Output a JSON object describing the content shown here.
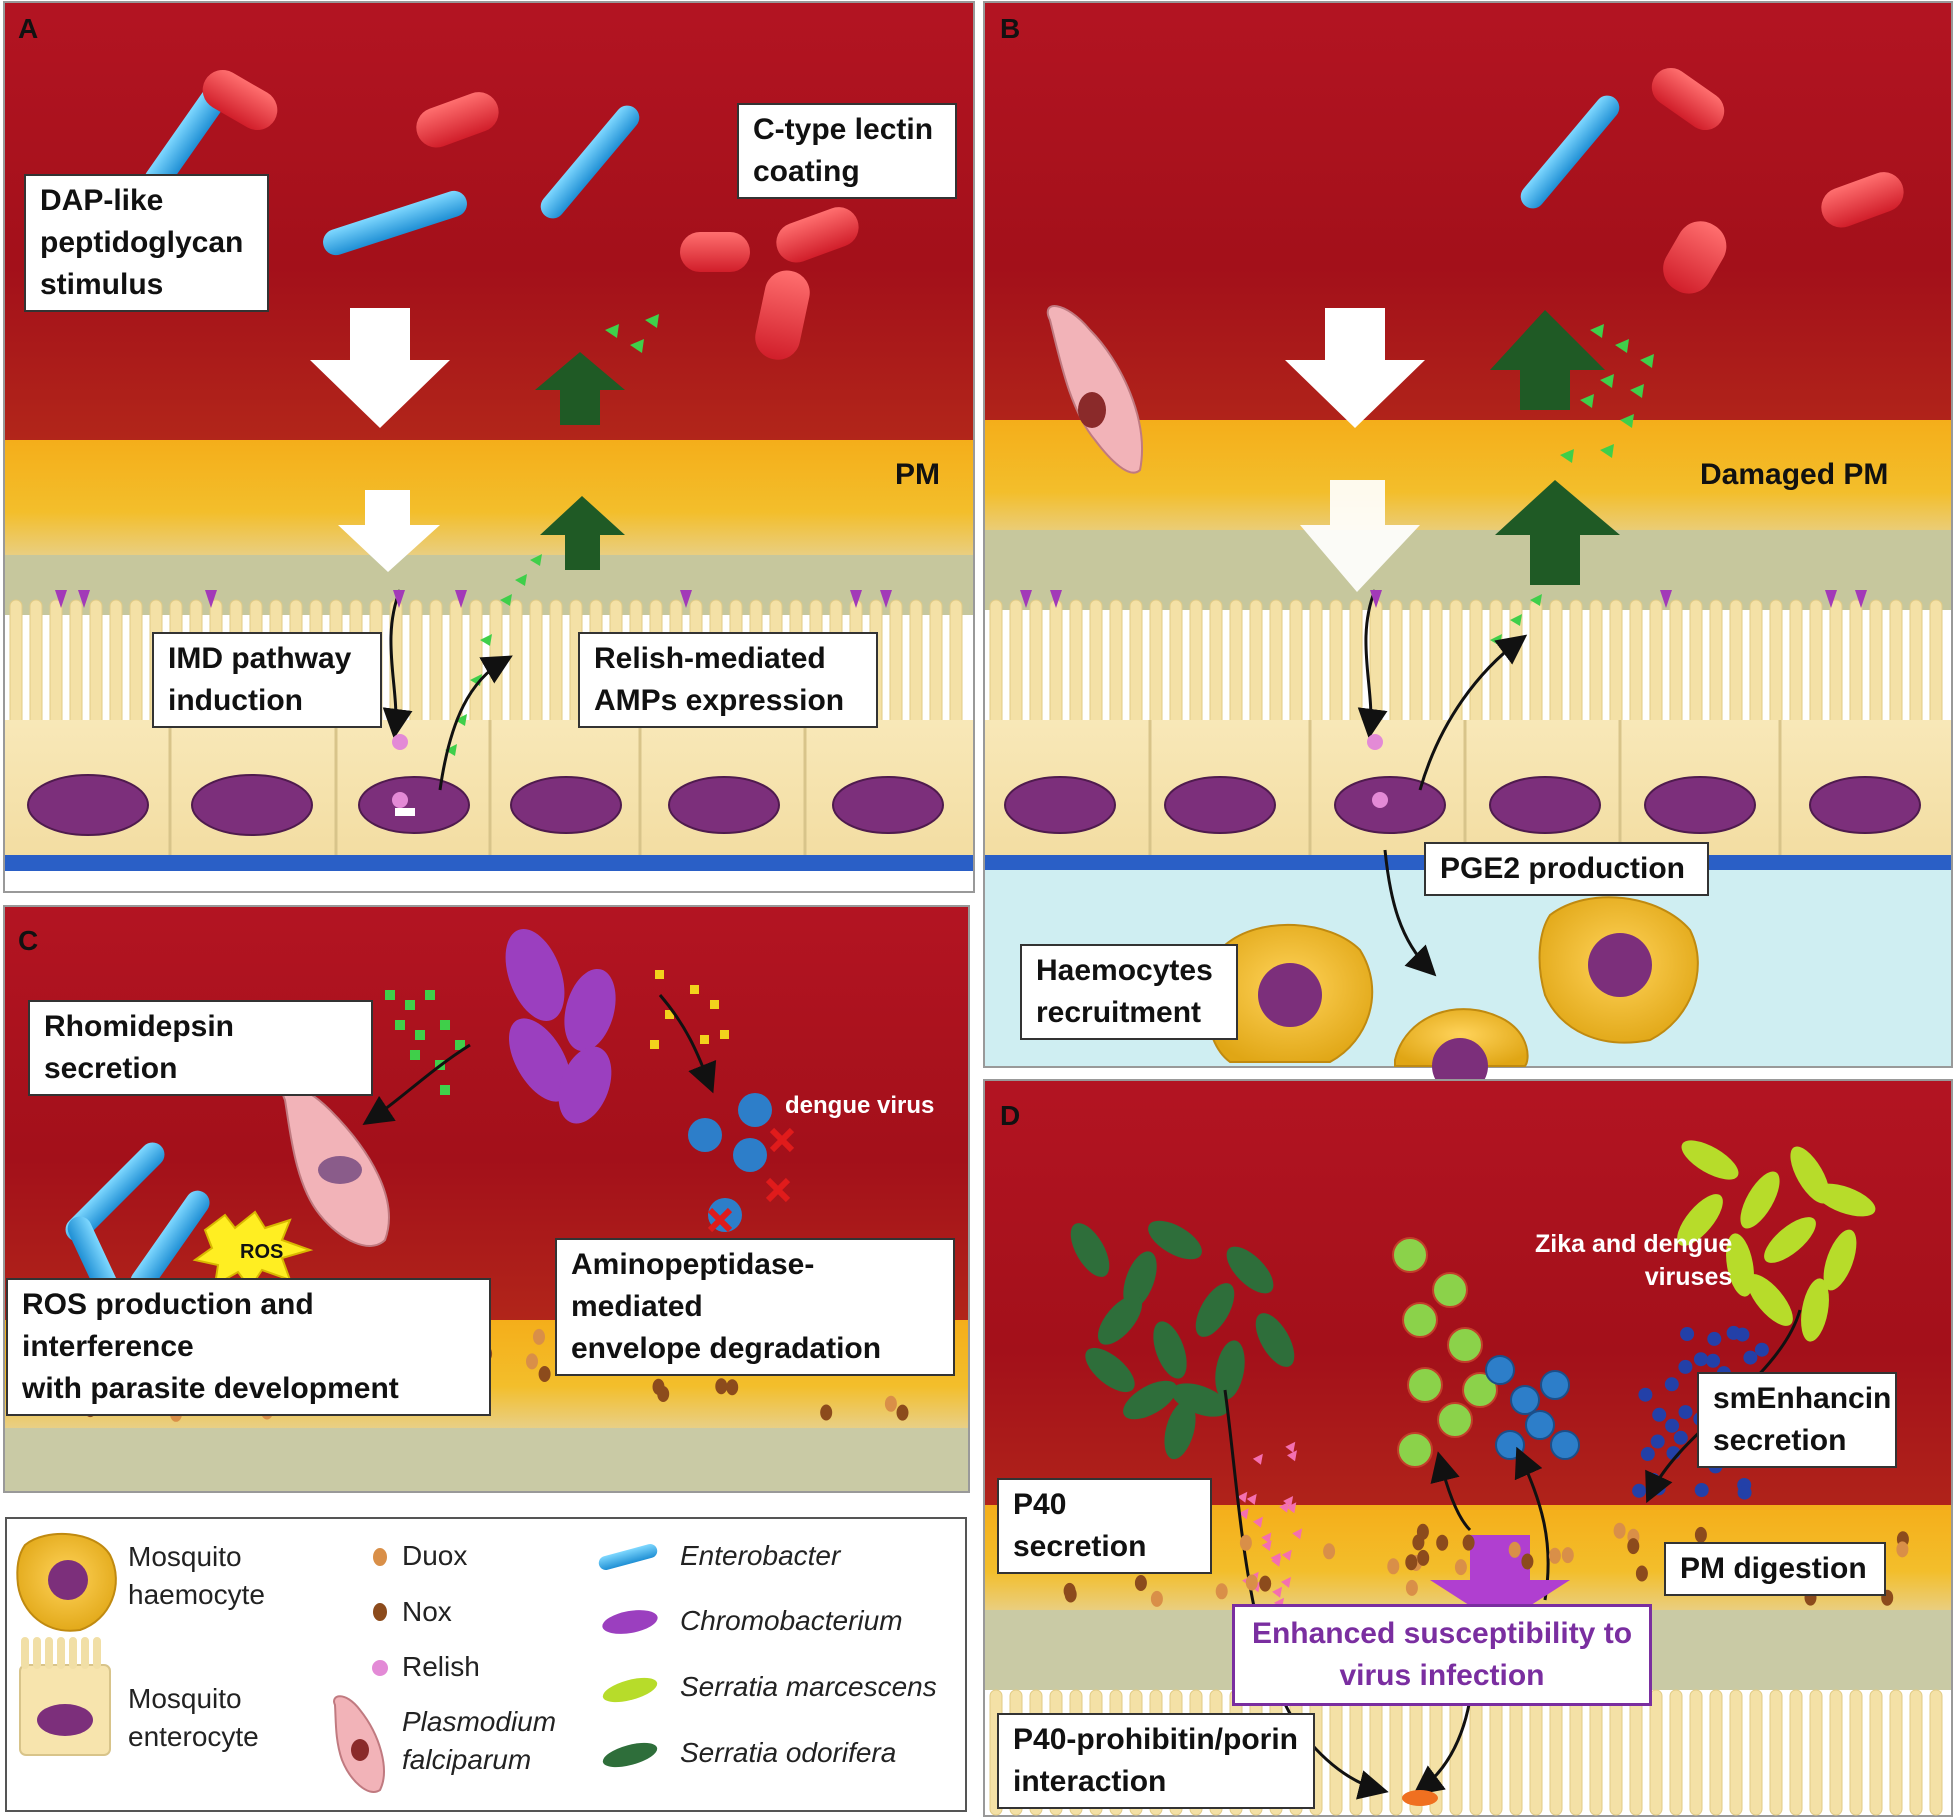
{
  "panels": {
    "a": {
      "letter": "A",
      "labels": {
        "dap": "DAP-like\npeptidoglycan\nstimulus",
        "lectin": "C-type lectin\ncoating",
        "pm": "PM",
        "imd": "IMD pathway\ninduction",
        "relish_amps": "Relish-mediated\nAMPs expression"
      }
    },
    "b": {
      "letter": "B",
      "labels": {
        "damaged_pm": "Damaged PM",
        "pge2": "PGE2 production",
        "haemocytes": "Haemocytes\nrecruitment"
      }
    },
    "c": {
      "letter": "C",
      "labels": {
        "rhomidepsin": "Rhomidepsin secretion",
        "dengue": "dengue virus",
        "ros_burst": "ROS",
        "ros_production": "ROS production and interference\nwith parasite development",
        "aminopeptidase": "Aminopeptidase-mediated\nenvelope degradation"
      }
    },
    "d": {
      "letter": "D",
      "labels": {
        "zika": "Zika and dengue\nviruses",
        "smenhancin": "smEnhancin\nsecretion",
        "p40_secretion": "P40 secretion",
        "pm_digestion": "PM digestion",
        "enhanced": "Enhanced susceptibility to\nvirus infection",
        "p40_interaction": "P40-prohibitin/porin\ninteraction"
      }
    }
  },
  "legend": {
    "items": [
      {
        "id": "haemocyte",
        "label": "Mosquito\nhaemocyte",
        "italic": false,
        "icon": "haemocyte-icon"
      },
      {
        "id": "enterocyte",
        "label": "Mosquito\nenterocyte",
        "italic": false,
        "icon": "enterocyte-icon"
      },
      {
        "id": "duox",
        "label": "Duox",
        "italic": false,
        "icon": "duox-icon"
      },
      {
        "id": "nox",
        "label": "Nox",
        "italic": false,
        "icon": "nox-icon"
      },
      {
        "id": "relish",
        "label": "Relish",
        "italic": false,
        "icon": "relish-icon"
      },
      {
        "id": "plasmodium",
        "label": "Plasmodium\nfalciparum",
        "italic": true,
        "icon": "plasmodium-icon"
      },
      {
        "id": "enterobacter",
        "label": "Enterobacter",
        "italic": true,
        "icon": "enterobacter-icon"
      },
      {
        "id": "chromobacterium",
        "label": "Chromobacterium",
        "italic": true,
        "icon": "chromobacterium-icon"
      },
      {
        "id": "serratia_m",
        "label": "Serratia marcescens",
        "italic": true,
        "icon": "serratia-marcescens-icon"
      },
      {
        "id": "serratia_o",
        "label": "Serratia odorifera",
        "italic": true,
        "icon": "serratia-odorifera-icon"
      }
    ]
  },
  "colors": {
    "lumen_red": "#a6121c",
    "pm_yellow": "#f2b21c",
    "epithelial_green": "#c9c9a0",
    "cell_cream": "#f7e4ad",
    "nucleus_purple": "#7c2f7b",
    "amp_green": "#3fcf4a",
    "arrow_dark_green": "#1f5a25",
    "hemolymph_blue": "#cfeef2",
    "enhanced_purple": "#7a2ea0"
  }
}
